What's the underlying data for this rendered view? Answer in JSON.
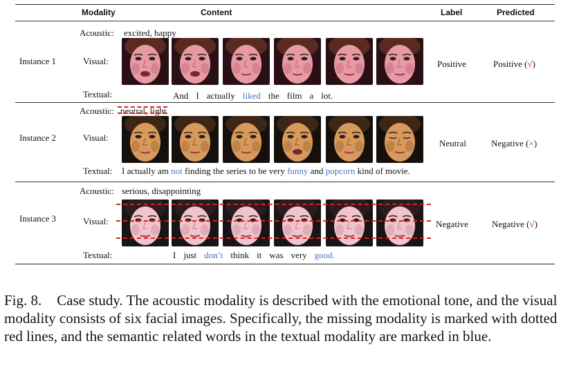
{
  "header": {
    "modality": "Modality",
    "content": "Content",
    "label": "Label",
    "predicted": "Predicted"
  },
  "row_labels": {
    "acoustic": "Acoustic:",
    "visual": "Visual:",
    "textual": "Textual:"
  },
  "instances": [
    {
      "name": "Instance 1",
      "acoustic": "excited, happy",
      "textual_words": [
        "And",
        "I",
        "actually",
        "liked",
        "the",
        "film",
        "a",
        "lot."
      ],
      "highlighted": [
        "liked"
      ],
      "label": "Positive",
      "predicted": "Positive",
      "mark": "√",
      "face_tone": "pink"
    },
    {
      "name": "Instance 2",
      "acoustic": "neutral, light",
      "textual_words": [
        "I",
        "actually",
        "am",
        "not",
        "finding",
        "the",
        "series",
        "to",
        "be",
        "very",
        "funny",
        "and",
        "popcorn",
        "kind",
        "of",
        "movie."
      ],
      "highlighted": [
        "not",
        "funny",
        "popcorn"
      ],
      "label": "Neutral",
      "predicted": "Negative",
      "mark": "×",
      "face_tone": "tan"
    },
    {
      "name": "Instance 3",
      "acoustic": "serious, disappointing",
      "textual_words": [
        "I",
        "just",
        "don’t",
        "think",
        "it",
        "was",
        "very",
        "good."
      ],
      "highlighted": [
        "don’t",
        "good."
      ],
      "label": "Negative",
      "predicted": "Negative",
      "mark": "√",
      "face_tone": "light"
    }
  ],
  "caption": {
    "lead": "Fig. 8.",
    "text": "Case study. The acoustic modality is described with the emotional tone, and the visual modality consists of six facial images. Specifically, the missing modality is marked with dotted red lines, and the semantic related words in the textual modality are marked in blue."
  },
  "colors": {
    "highlight_blue": "#4a74c9",
    "missing_red": "#e0201a"
  }
}
